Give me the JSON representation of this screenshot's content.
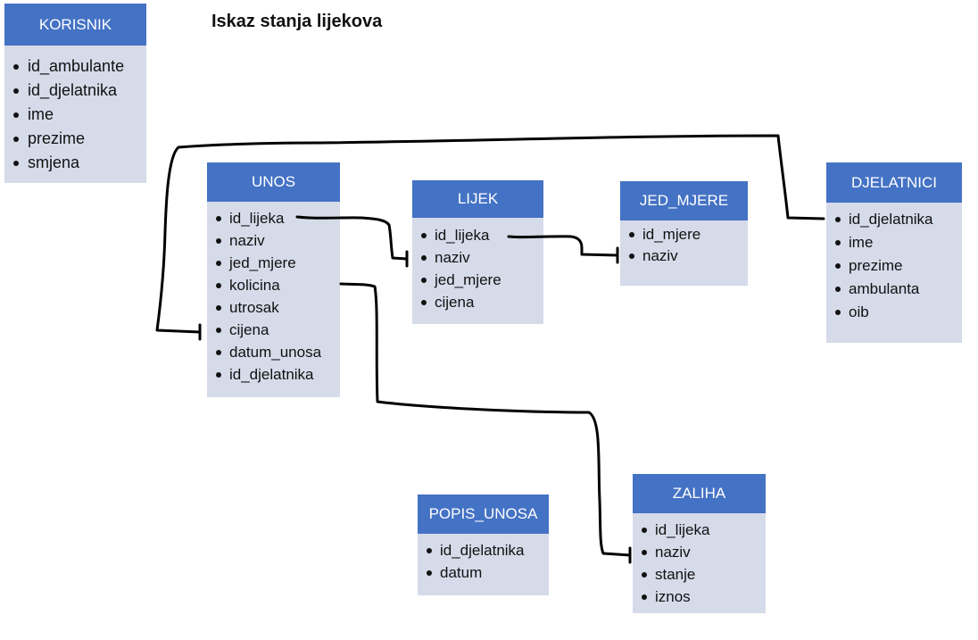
{
  "title": "Iskaz stanja lijekova",
  "entities": {
    "korisnik": {
      "name": "KORISNIK",
      "fields": [
        "id_ambulante",
        "id_djelatnika",
        "ime",
        "prezime",
        "smjena"
      ]
    },
    "unos": {
      "name": "UNOS",
      "fields": [
        "id_lijeka",
        "naziv",
        "jed_mjere",
        "kolicina",
        "utrosak",
        "cijena",
        "datum_unosa",
        "id_djelatnika"
      ]
    },
    "lijek": {
      "name": "LIJEK",
      "fields": [
        "id_lijeka",
        "naziv",
        "jed_mjere",
        "cijena"
      ]
    },
    "jed_mjere": {
      "name": "JED_MJERE",
      "fields": [
        "id_mjere",
        "naziv"
      ]
    },
    "djelatnici": {
      "name": "DJELATNICI",
      "fields": [
        "id_djelatnika",
        "ime",
        "prezime",
        "ambulanta",
        "oib"
      ]
    },
    "popis_unosa": {
      "name": "POPIS_UNOSA",
      "fields": [
        "id_djelatnika",
        "datum"
      ]
    },
    "zaliha": {
      "name": "ZALIHA",
      "fields": [
        "id_lijeka",
        "naziv",
        "stanje",
        "iznos"
      ]
    }
  },
  "colors": {
    "header": "#4472c4",
    "body": "#d6dbea",
    "line": "#000000"
  }
}
